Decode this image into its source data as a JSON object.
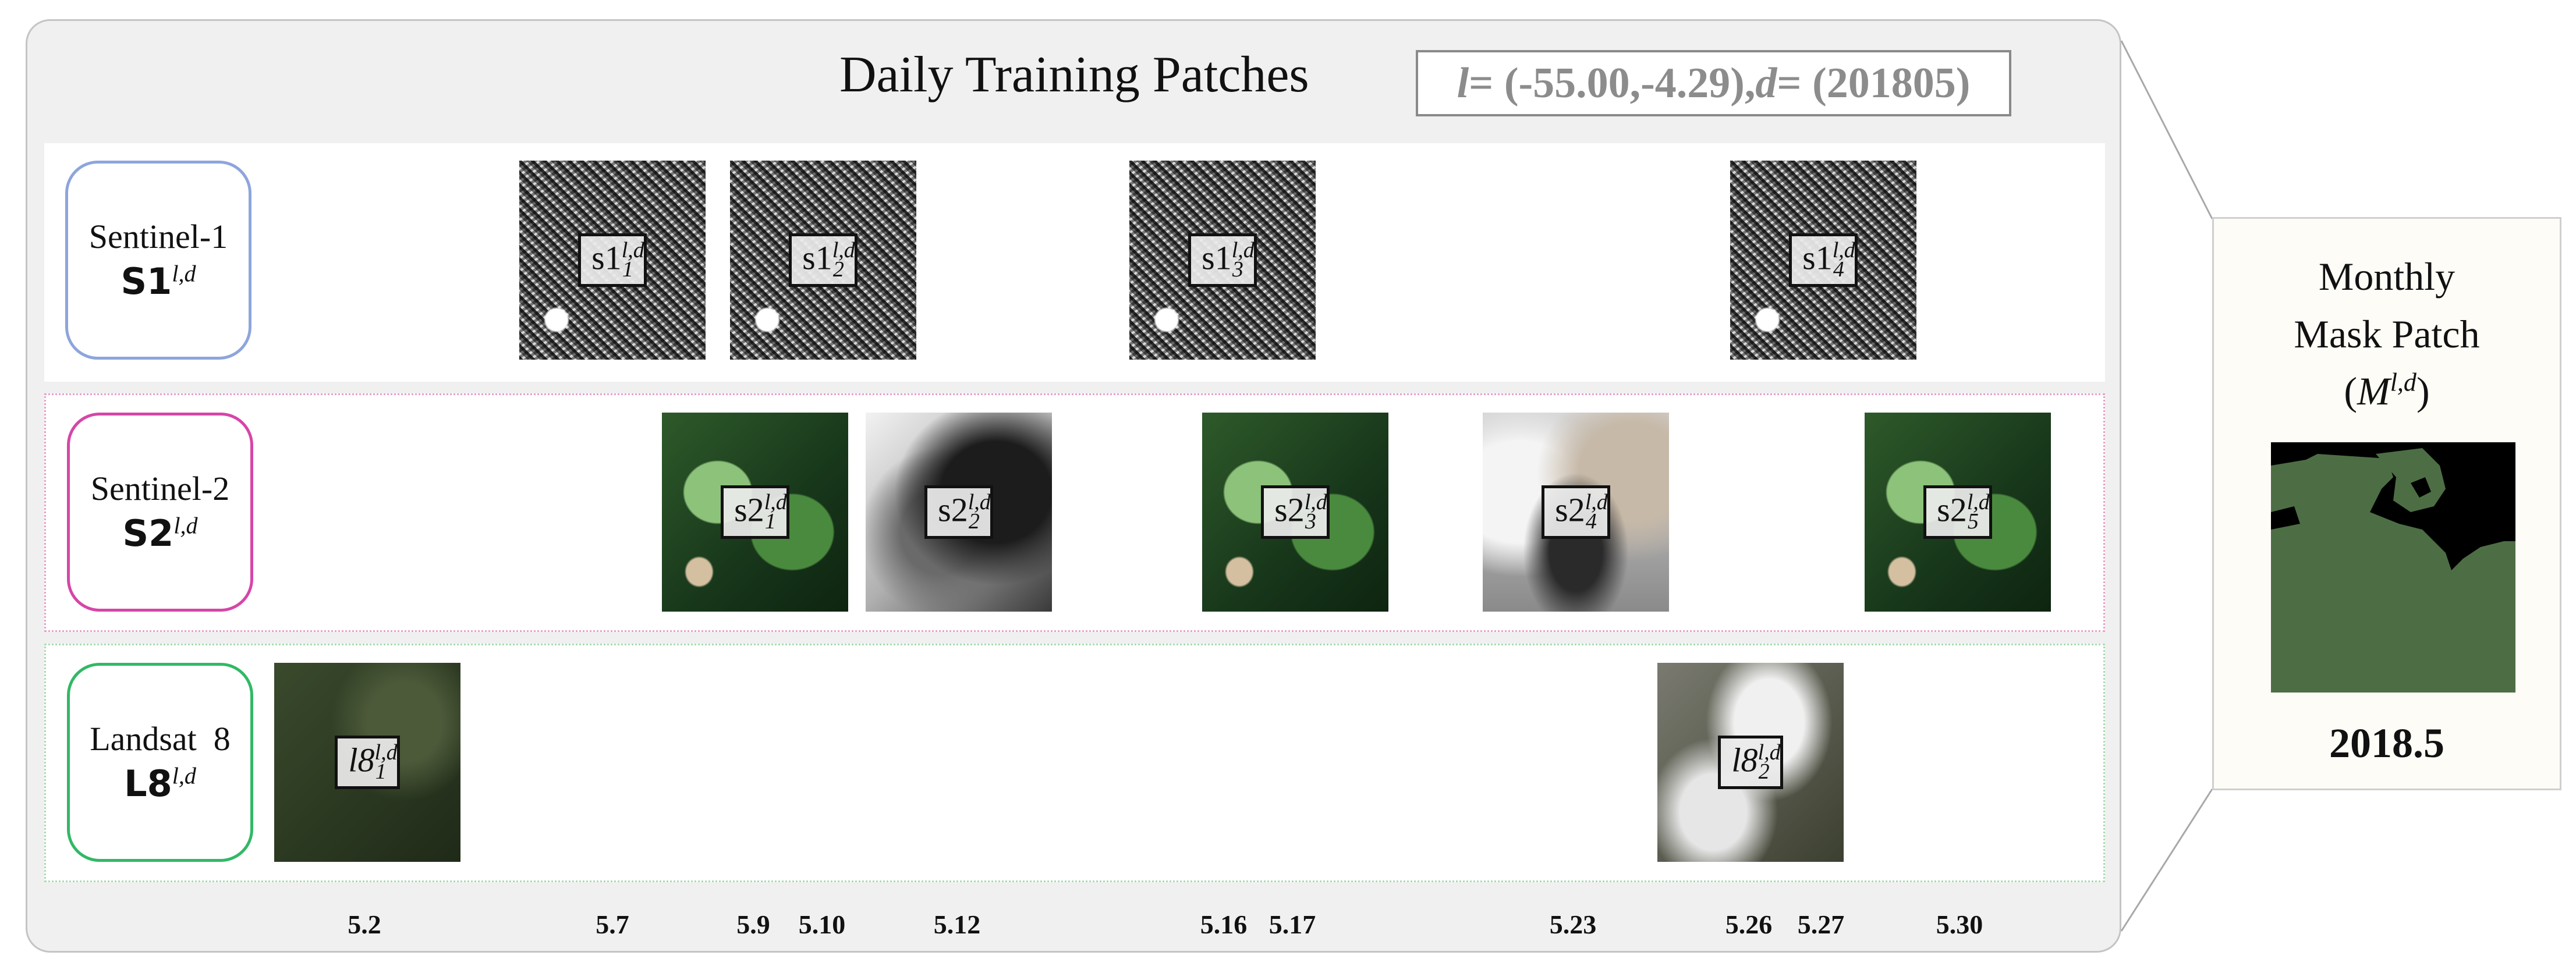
{
  "title": "Daily Training Patches",
  "formula": {
    "l_symbol": "l",
    "l_value": " = (-55.00,-4.29),",
    "d_symbol": "d",
    "d_value": " = (201805)"
  },
  "rows": {
    "s1": {
      "name": "Sentinel-1",
      "symbol": "S1",
      "sup": "l,d",
      "patches": [
        {
          "base": "s1",
          "sub": "1",
          "sup": "l,d",
          "style": "sar"
        },
        {
          "base": "s1",
          "sub": "2",
          "sup": "l,d",
          "style": "sar"
        },
        {
          "base": "s1",
          "sub": "3",
          "sup": "l,d",
          "style": "sar"
        },
        {
          "base": "s1",
          "sub": "4",
          "sup": "l,d",
          "style": "sar"
        }
      ]
    },
    "s2": {
      "name": "Sentinel-2",
      "symbol": "S2",
      "sup": "l,d",
      "patches": [
        {
          "base": "s2",
          "sub": "1",
          "sup": "l,d",
          "style": "veg"
        },
        {
          "base": "s2",
          "sub": "2",
          "sup": "l,d",
          "style": "cloud-dark"
        },
        {
          "base": "s2",
          "sub": "3",
          "sup": "l,d",
          "style": "veg"
        },
        {
          "base": "s2",
          "sub": "4",
          "sup": "l,d",
          "style": "cloud-mixed"
        },
        {
          "base": "s2",
          "sub": "5",
          "sup": "l,d",
          "style": "veg"
        }
      ]
    },
    "l8": {
      "name": "Landsat  8",
      "symbol": "L8",
      "sup": "l,d",
      "patches": [
        {
          "base": "l8",
          "sub": "1",
          "sup": "l,d",
          "style": "landsat-dark"
        },
        {
          "base": "l8",
          "sub": "2",
          "sup": "l,d",
          "style": "landsat-cloud"
        }
      ]
    }
  },
  "dates": [
    "5.2",
    "5.7",
    "5.9",
    "5.10",
    "5.12",
    "5.16",
    "5.17",
    "5.23",
    "5.26",
    "5.27",
    "5.30"
  ],
  "monthly": {
    "line1": "Monthly",
    "line2": "Mask Patch",
    "symbol": "M",
    "sup": "l,d",
    "date": "2018.5"
  },
  "colors": {
    "mask_green": "#4d6e44",
    "s1_border": "#8ea5dc",
    "s2_border": "#d646a8",
    "l8_border": "#32b866"
  }
}
